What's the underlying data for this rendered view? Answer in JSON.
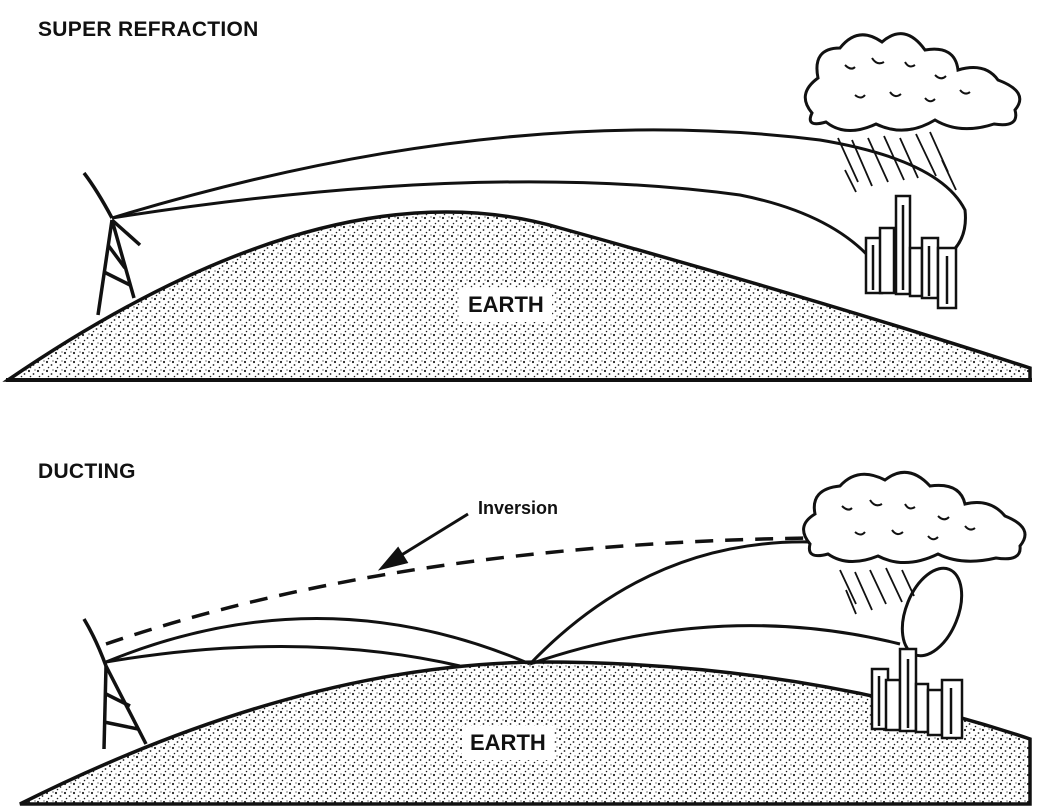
{
  "panels": [
    {
      "title": "SUPER REFRACTION",
      "earth_label": "EARTH"
    },
    {
      "title": "DUCTING",
      "earth_label": "EARTH",
      "annotation": "Inversion"
    }
  ],
  "icons": [
    "radio-tower-icon",
    "building-icon",
    "rain-cloud-icon"
  ]
}
